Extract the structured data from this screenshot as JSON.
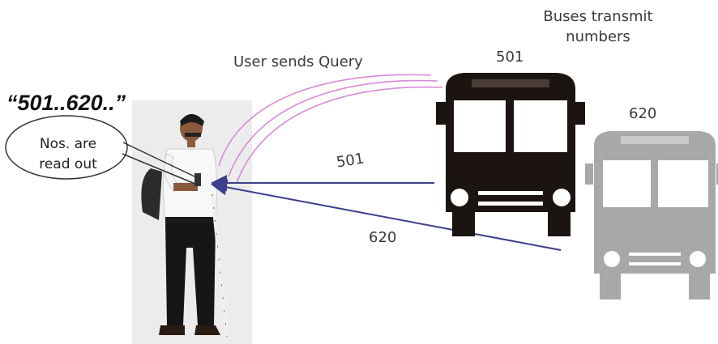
{
  "speech": {
    "quote": "“501..620..”",
    "bubble_line1": "Nos. are",
    "bubble_line2": "read out"
  },
  "query_label": "User sends Query",
  "transmit_label_line1": "Buses transmit",
  "transmit_label_line2": "numbers",
  "bus_near": {
    "number": "501",
    "color": "#1c1411"
  },
  "bus_far": {
    "number": "620",
    "color": "#a8a8a8"
  },
  "arrow_labels": {
    "near": "501",
    "far": "620"
  },
  "colors": {
    "query_arc": "#d98ad8",
    "signal_arrow": "#3b3f8c"
  }
}
